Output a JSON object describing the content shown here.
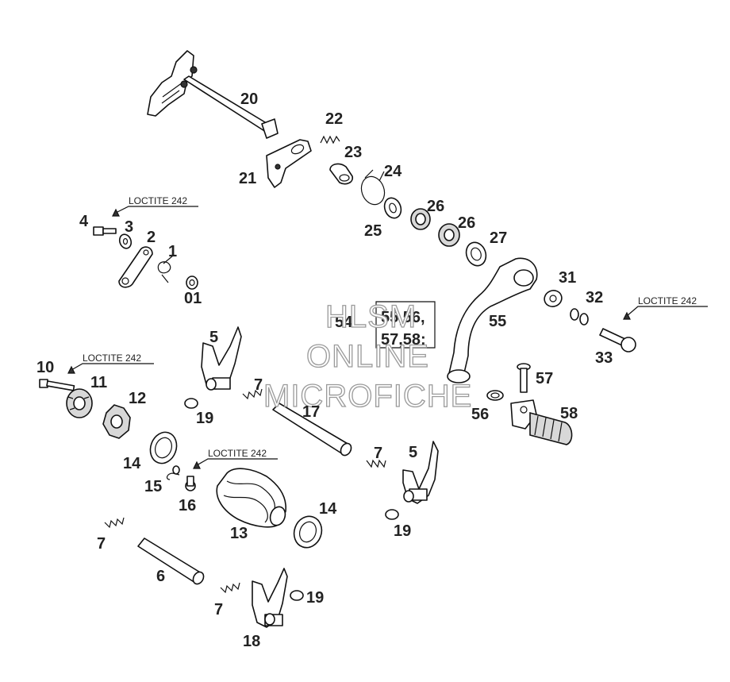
{
  "callouts": {
    "c20": "20",
    "c21": "21",
    "c22": "22",
    "c23": "23",
    "c24": "24",
    "c25": "25",
    "c26a": "26",
    "c26b": "26",
    "c27": "27",
    "c4": "4",
    "c3": "3",
    "c2": "2",
    "c1": "1",
    "c01": "01",
    "c31": "31",
    "c32": "32",
    "c33": "33",
    "c55": "55",
    "c57": "57",
    "c56": "56",
    "c58": "58",
    "c5a": "5",
    "c7a": "7",
    "c17": "17",
    "c19a": "19",
    "c10": "10",
    "c11": "11",
    "c12": "12",
    "c14a": "14",
    "c15": "15",
    "c16": "16",
    "c13": "13",
    "c14b": "14",
    "c7b": "7",
    "c5b": "5",
    "c19b": "19",
    "c7c": "7",
    "c6": "6",
    "c7d": "7",
    "c18": "18",
    "c19c": "19"
  },
  "loctite_label": "LOCTITE 242",
  "set_box": {
    "line1": "54",
    "line2": "55,56,",
    "line3": "57,58;"
  },
  "watermark": {
    "line1": "HLSM",
    "line2": "ONLINE",
    "line3": "MICROFICHE"
  }
}
